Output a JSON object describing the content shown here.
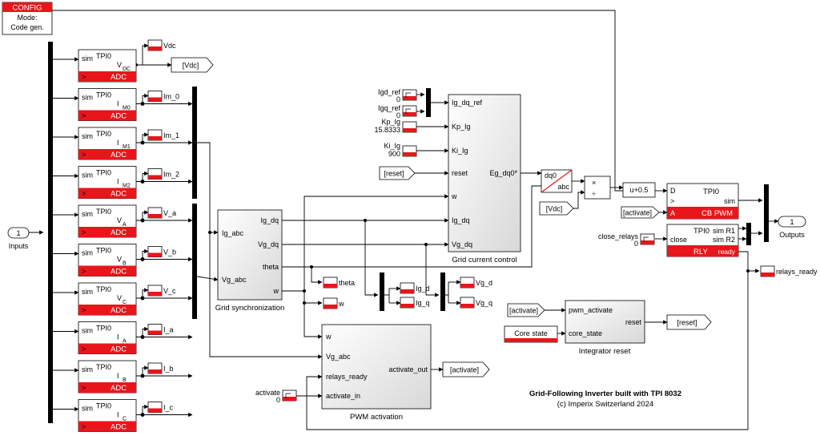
{
  "config": {
    "title": "CONFIG",
    "line1": "Mode:",
    "line2": "Code gen."
  },
  "inputs_port": {
    "number": "1",
    "label": "Inputs"
  },
  "outputs_port": {
    "number": "1",
    "label": "Outputs"
  },
  "adc": {
    "sim": "sim",
    "tpi": "TPI0",
    "tag": "ADC",
    "arrow": ">",
    "blocks": [
      {
        "sym": "V",
        "sub": "DC",
        "out": "Vdc"
      },
      {
        "sym": "I",
        "sub": "M0",
        "out": "Im_0"
      },
      {
        "sym": "I",
        "sub": "M1",
        "out": "Im_1"
      },
      {
        "sym": "I",
        "sub": "M2",
        "out": "Im_2"
      },
      {
        "sym": "V",
        "sub": "A",
        "out": "V_a"
      },
      {
        "sym": "V",
        "sub": "B",
        "out": "V_b"
      },
      {
        "sym": "V",
        "sub": "C",
        "out": "V_c"
      },
      {
        "sym": "I",
        "sub": "A",
        "out": "I_a"
      },
      {
        "sym": "I",
        "sub": "B",
        "out": "I_b"
      },
      {
        "sym": "I",
        "sub": "C",
        "out": "I_c"
      }
    ]
  },
  "goto_vdc": "[Vdc]",
  "from_vdc": "[Vdc]",
  "from_reset": "[reset]",
  "goto_reset": "[reset]",
  "goto_activate": "[activate]",
  "from_activate_cb": "[activate]",
  "from_activate_ir": "[activate]",
  "grid_sync": {
    "title": "Grid synchronization",
    "in1": "Ig_abc",
    "in2": "Vg_abc",
    "out1": "Ig_dq",
    "out2": "Vg_dq",
    "out3": "theta",
    "out4": "w"
  },
  "scopes": {
    "theta": "theta",
    "w": "w",
    "ig_d": "Ig_d",
    "ig_q": "Ig_q",
    "vg_d": "Vg_d",
    "vg_q": "Vg_q",
    "relays_ready": "relays_ready"
  },
  "constants": [
    {
      "name": "Igd_ref",
      "value": "0"
    },
    {
      "name": "Igq_ref",
      "value": "0"
    },
    {
      "name": "Kp_Ig",
      "value": "15.8333"
    },
    {
      "name": "Ki_Ig",
      "value": "900"
    },
    {
      "name": "close_relays",
      "value": "0"
    },
    {
      "name": "activate",
      "value": "0"
    }
  ],
  "gcc": {
    "title": "Grid current control",
    "in1": "Ig_dq_ref",
    "in2": "Kp_Ig",
    "in3": "Ki_Ig",
    "in4": "reset",
    "in5": "w",
    "in6": "Ig_dq",
    "in7": "Vg_dq",
    "out": "Eg_dq0*"
  },
  "dq0abc": {
    "top": "dq0",
    "bottom": "abc"
  },
  "product": {
    "top": "×",
    "bottom": "÷"
  },
  "offset": "u+0.5",
  "cbpwm": {
    "in1": "D",
    "in2": ">",
    "in3": "A",
    "tpi": "TPI0",
    "sim": "sim",
    "tag": "CB PWM"
  },
  "rly": {
    "in": "close",
    "tpi": "TPI0",
    "sim1": "sim R1",
    "sim2": "sim R2",
    "tag": "RLY",
    "out": "ready"
  },
  "pwm_act": {
    "title": "PWM activation",
    "in1": "w",
    "in2": "Vg_abc",
    "in3": "relays_ready",
    "in4": "activate_in",
    "out": "activate_out"
  },
  "int_reset": {
    "title": "Integrator reset",
    "in1": "pwm_activate",
    "in2": "core_state",
    "out": "reset"
  },
  "core_state": "Core state",
  "footer": {
    "line1": "Grid-Following Inverter built with TPI 8032",
    "line2": "(c) Imperix Switzerland 2024"
  },
  "colors": {
    "accent": "#e8161b",
    "wire": "#000000",
    "bus": "#000000",
    "config_fill": "#e8161b"
  }
}
